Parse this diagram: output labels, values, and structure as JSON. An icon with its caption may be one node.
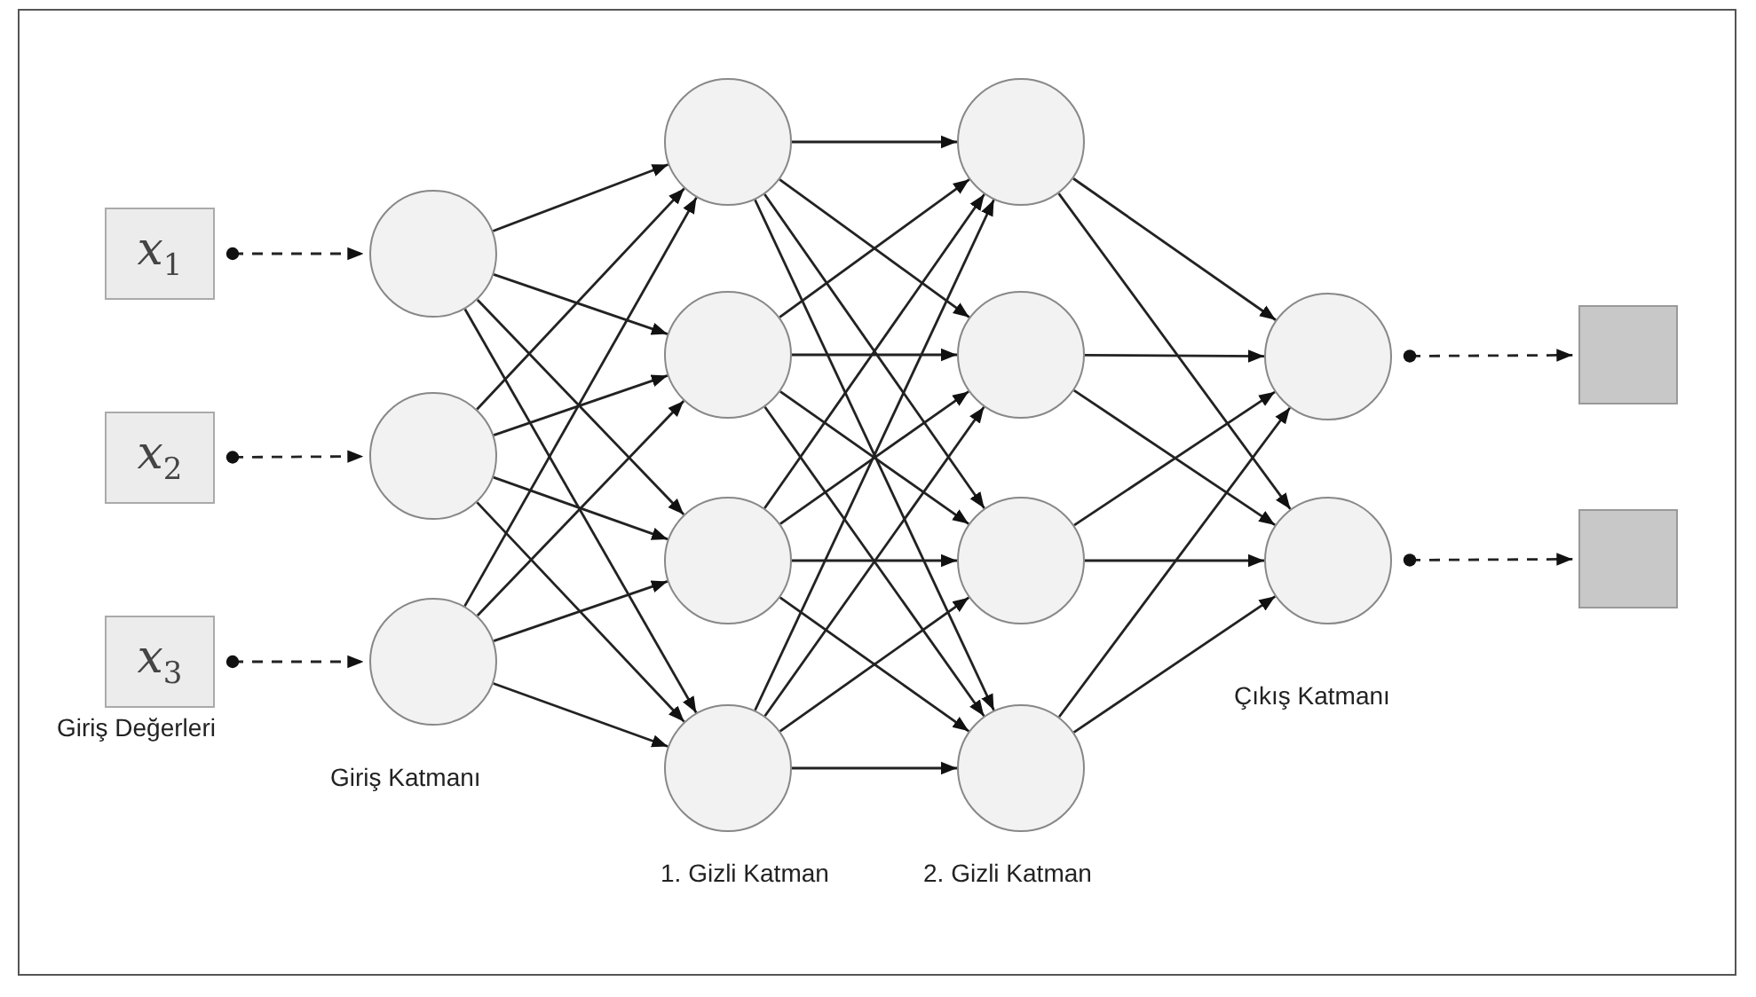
{
  "diagram": {
    "nodes": [
      {
        "text": [
          "x$_{1}$"
        ]
      },
      {
        "text": [
          "x$_{2}$"
        ]
      },
      {
        "text": [
          "x$_{3}$"
        ]
      },
      {
        "text": [],
        "shape": "circle"
      },
      {
        "text": [],
        "shape": "circle"
      },
      {
        "text": [],
        "shape": "circle"
      },
      {
        "text": [],
        "shape": "circle"
      },
      {
        "text": [],
        "shape": "circle"
      },
      {
        "text": [],
        "shape": "circle"
      },
      {
        "text": [],
        "shape": "circle"
      },
      {
        "text": [],
        "shape": "circle"
      },
      {
        "text": [],
        "shape": "circle"
      },
      {
        "text": [],
        "shape": "circle"
      },
      {
        "text": [],
        "shape": "circle"
      },
      {
        "text": [],
        "shape": "circle"
      },
      {
        "text": [],
        "shape": "circle"
      },
      {
        "text": [],
        "shape": "box"
      },
      {
        "text": [],
        "shape": "box"
      }
    ],
    "edges": [
      {
        "from": 0,
        "to": 3,
        "arrow": "to",
        "style": "dashed"
      },
      {
        "from": 1,
        "to": 4,
        "arrow": "to",
        "style": "dashed"
      },
      {
        "from": 2,
        "to": 5,
        "arrow": "to",
        "style": "dashed"
      },
      {
        "from": 3,
        "to": 6,
        "arrow": "to"
      },
      {
        "from": 3,
        "to": 7,
        "arrow": "to"
      },
      {
        "from": 3,
        "to": 8,
        "arrow": "to"
      },
      {
        "from": 3,
        "to": 9,
        "arrow": "to"
      },
      {
        "from": 4,
        "to": 6,
        "arrow": "to"
      },
      {
        "from": 4,
        "to": 7,
        "arrow": "to"
      },
      {
        "from": 4,
        "to": 8,
        "arrow": "to"
      },
      {
        "from": 4,
        "to": 9,
        "arrow": "to"
      },
      {
        "from": 5,
        "to": 6,
        "arrow": "to"
      },
      {
        "from": 5,
        "to": 7,
        "arrow": "to"
      },
      {
        "from": 5,
        "to": 8,
        "arrow": "to"
      },
      {
        "from": 5,
        "to": 9,
        "arrow": "to"
      },
      {
        "from": 6,
        "to": 10,
        "arrow": "to"
      },
      {
        "from": 6,
        "to": 11,
        "arrow": "to"
      },
      {
        "from": 6,
        "to": 12,
        "arrow": "to"
      },
      {
        "from": 6,
        "to": 13,
        "arrow": "to"
      },
      {
        "from": 7,
        "to": 10,
        "arrow": "to"
      },
      {
        "from": 7,
        "to": 11,
        "arrow": "to"
      },
      {
        "from": 7,
        "to": 12,
        "arrow": "to"
      },
      {
        "from": 7,
        "to": 13,
        "arrow": "to"
      },
      {
        "from": 8,
        "to": 10,
        "arrow": "to"
      },
      {
        "from": 8,
        "to": 11,
        "arrow": "to"
      },
      {
        "from": 8,
        "to": 12,
        "arrow": "to"
      },
      {
        "from": 8,
        "to": 13,
        "arrow": "to"
      },
      {
        "from": 9,
        "to": 10,
        "arrow": "to"
      },
      {
        "from": 9,
        "to": 11,
        "arrow": "to"
      },
      {
        "from": 9,
        "to": 12,
        "arrow": "to"
      },
      {
        "from": 9,
        "to": 13,
        "arrow": "to"
      },
      {
        "from": 10,
        "to": 14,
        "arrow": "to"
      },
      {
        "from": 10,
        "to": 15,
        "arrow": "to"
      },
      {
        "from": 11,
        "to": 14,
        "arrow": "to"
      },
      {
        "from": 11,
        "to": 15,
        "arrow": "to"
      },
      {
        "from": 12,
        "to": 14,
        "arrow": "to"
      },
      {
        "from": 12,
        "to": 15,
        "arrow": "to"
      },
      {
        "from": 13,
        "to": 14,
        "arrow": "to"
      },
      {
        "from": 13,
        "to": 15,
        "arrow": "to"
      },
      {
        "from": 14,
        "to": 16,
        "arrow": "to",
        "style": "dashed"
      },
      {
        "from": 15,
        "to": 17,
        "arrow": "to",
        "style": "dashed"
      }
    ],
    "labels": [
      "Giriş Değerleri",
      "Giriş Katmanı",
      "1. Gizli Katman",
      "2. Gizli Katman",
      "Çıkış Katmanı"
    ]
  }
}
